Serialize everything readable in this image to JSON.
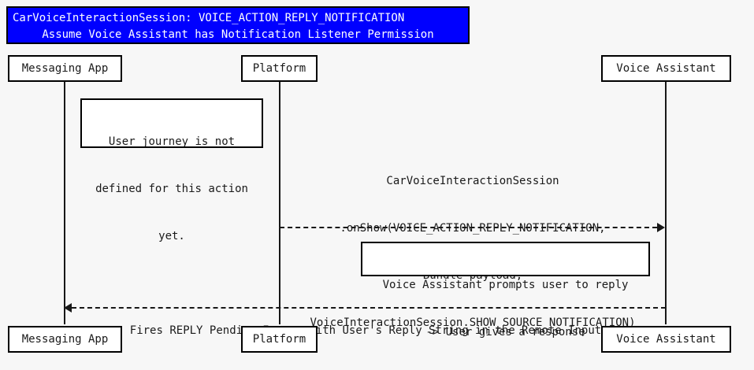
{
  "diagram": {
    "kind": "uml-sequence-diagram",
    "background_color": "#f7f7f7",
    "line_color": "#181818",
    "title": {
      "background_color": "#0000FF",
      "text_color": "#FFFFFF",
      "line1": "CarVoiceInteractionSession: VOICE_ACTION_REPLY_NOTIFICATION",
      "line2": "Assume Voice Assistant has Notification Listener Permission"
    },
    "participants": [
      {
        "id": "messaging-app",
        "label": "Messaging App"
      },
      {
        "id": "platform",
        "label": "Platform"
      },
      {
        "id": "voice-assistant",
        "label": "Voice Assistant"
      }
    ],
    "participants_bottom": [
      {
        "id": "messaging-app",
        "label": "Messaging App"
      },
      {
        "id": "platform",
        "label": "Platform"
      },
      {
        "id": "voice-assistant",
        "label": "Voice Assistant"
      }
    ],
    "notes": [
      {
        "id": "note-user-journey",
        "line1": "User journey is not",
        "line2": "defined for this action",
        "line3": "yet."
      },
      {
        "id": "note-voice-prompt",
        "line1": "Voice Assistant prompts user to reply",
        "line2": "-> User gives a response"
      }
    ],
    "messages": [
      {
        "id": "message-on-show",
        "from": "platform",
        "to": "voice-assistant",
        "style": "dashed",
        "direction": "right",
        "line1": "CarVoiceInteractionSession",
        "line2": ".onShow(VOICE_ACTION_REPLY_NOTIFICATION,",
        "line3": "Bundle payload,",
        "line4": "VoiceInteractionSession.SHOW_SOURCE_NOTIFICATION)"
      },
      {
        "id": "message-reply-pending-intent",
        "from": "voice-assistant",
        "to": "messaging-app",
        "style": "dashed",
        "direction": "left",
        "line1": "Fires REPLY Pending Intent with User's Reply String in the Remote Input"
      }
    ]
  }
}
